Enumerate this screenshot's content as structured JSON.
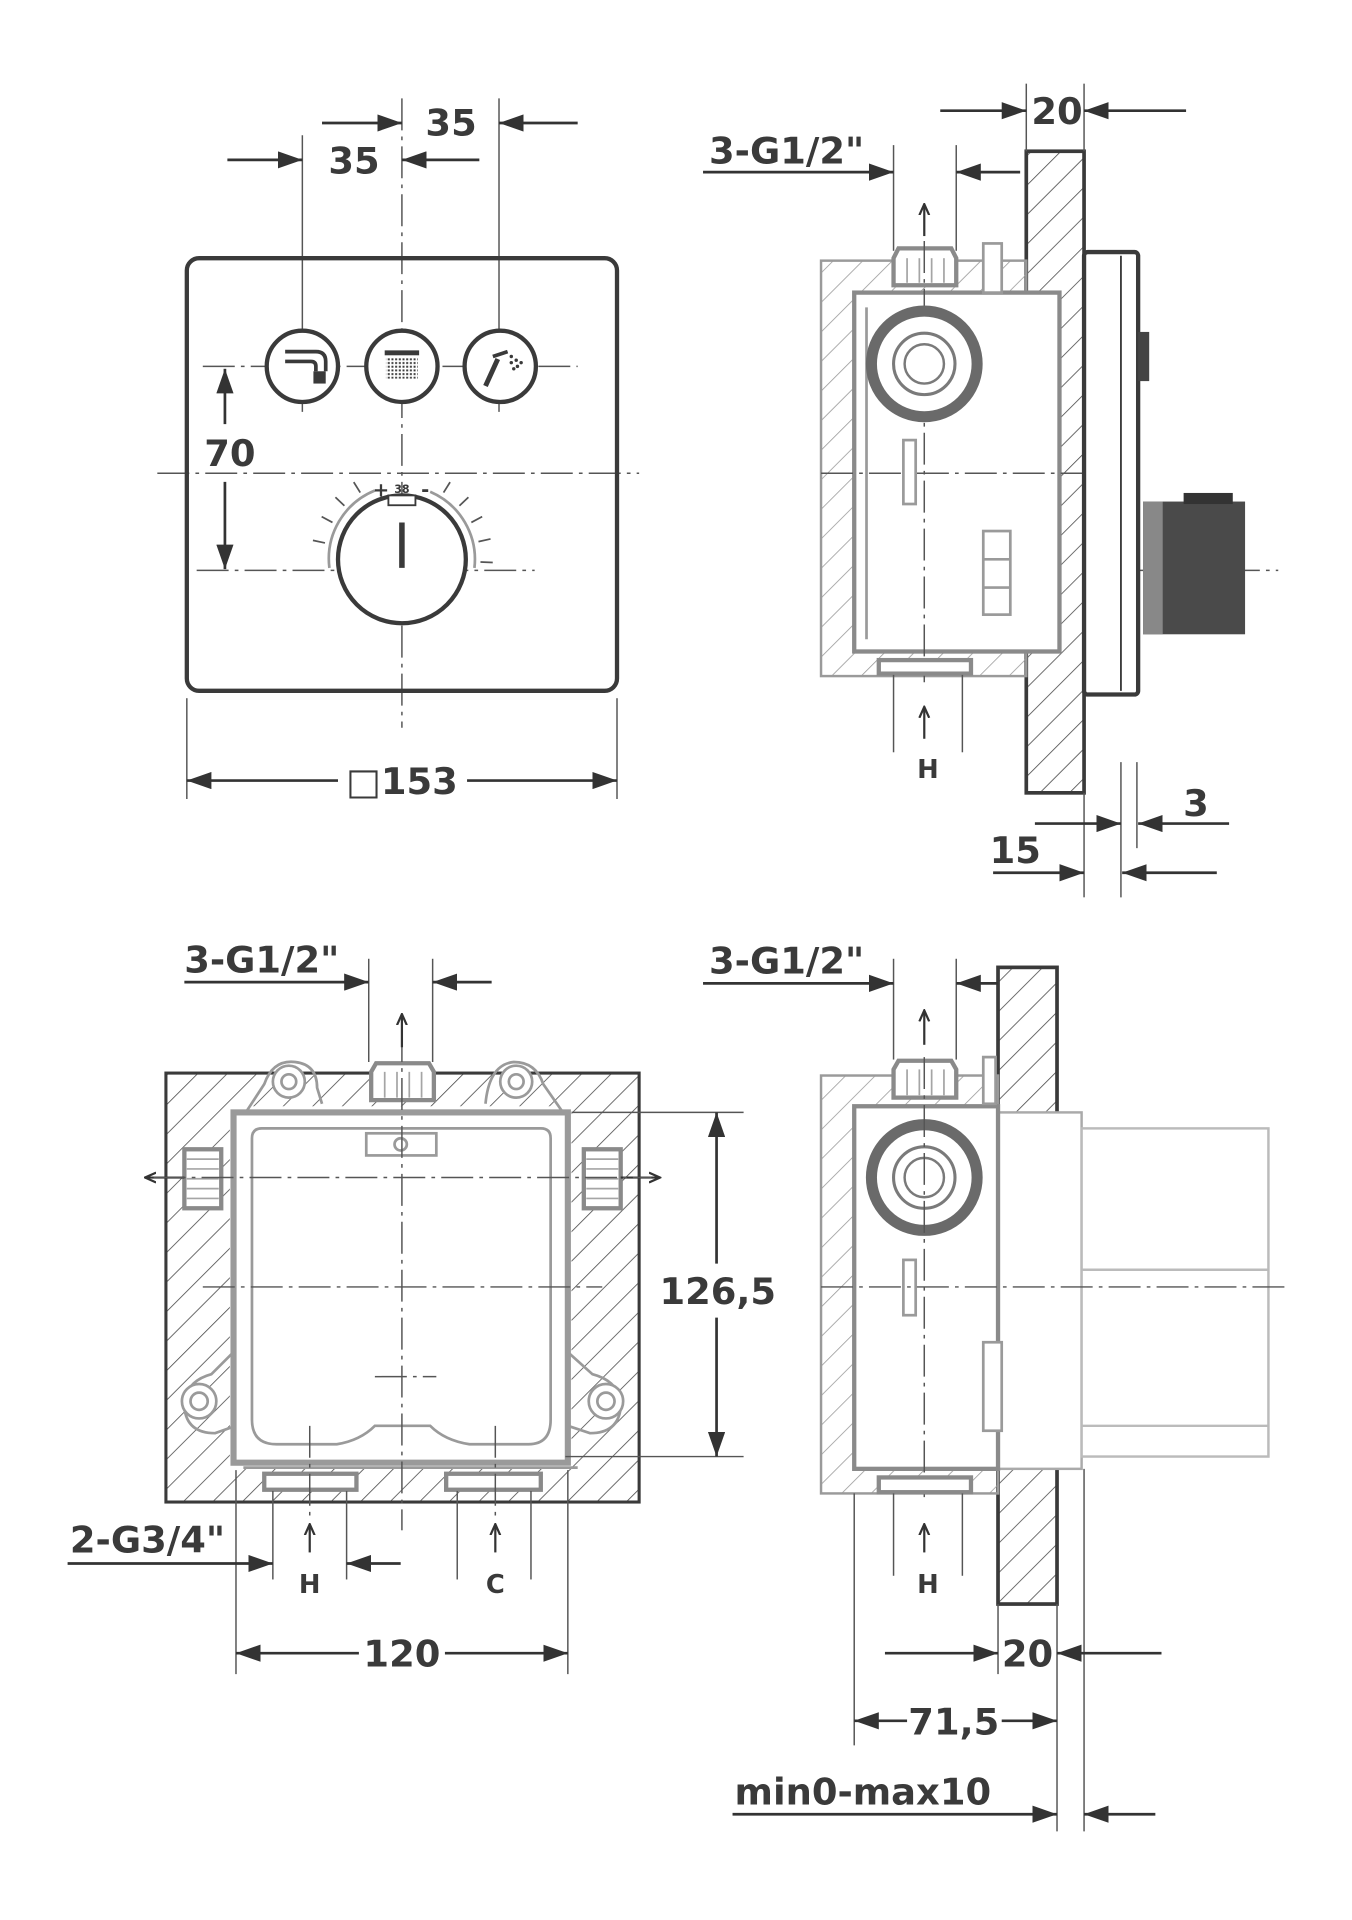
{
  "front_view": {
    "dim_button_spacing_upper": "35",
    "dim_button_spacing_lower": "35",
    "dim_button_to_dial": "70",
    "dim_plate_size": "□153",
    "dial_plus": "+",
    "dial_temperature": "38",
    "dial_minus": "-",
    "buttons": [
      {
        "icon": "bath-spout-icon"
      },
      {
        "icon": "rain-shower-icon"
      },
      {
        "icon": "hand-shower-icon"
      }
    ]
  },
  "side_view_upper": {
    "outlet_thread": "3-G1/2\"",
    "dim_wall_thickness": "20",
    "dim_min_depth": "15",
    "dim_plate_offset": "3",
    "inlet_hot": "H"
  },
  "rear_view": {
    "outlet_thread": "3-G1/2\"",
    "inlet_thread": "2-G3/4\"",
    "dim_height": "126,5",
    "dim_width": "120",
    "inlet_hot": "H",
    "inlet_cold": "C"
  },
  "side_view_lower": {
    "outlet_thread": "3-G1/2\"",
    "inlet_hot": "H",
    "dim_wall_thickness": "20",
    "dim_body_depth": "71,5",
    "dim_adjust_range": "min0-max10"
  }
}
